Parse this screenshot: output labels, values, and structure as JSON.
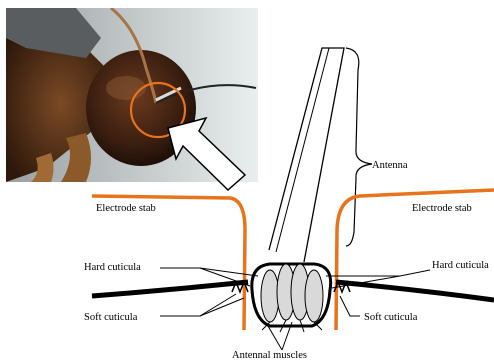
{
  "photo": {
    "caption": ""
  },
  "labels": {
    "antenna": "Antenna",
    "electrode_left": "Electrode stab",
    "electrode_right": "Electrode stab",
    "hard_left": "Hard cuticula",
    "hard_right": "Hard cuticula",
    "soft_left": "Soft cuticula",
    "soft_right": "Soft cuticula",
    "muscles": "Antennal muscles"
  },
  "colors": {
    "electrode": "#e8731a",
    "circle": "#e8731a",
    "outline": "#000000",
    "muscle_fill": "#d9d9d9"
  }
}
